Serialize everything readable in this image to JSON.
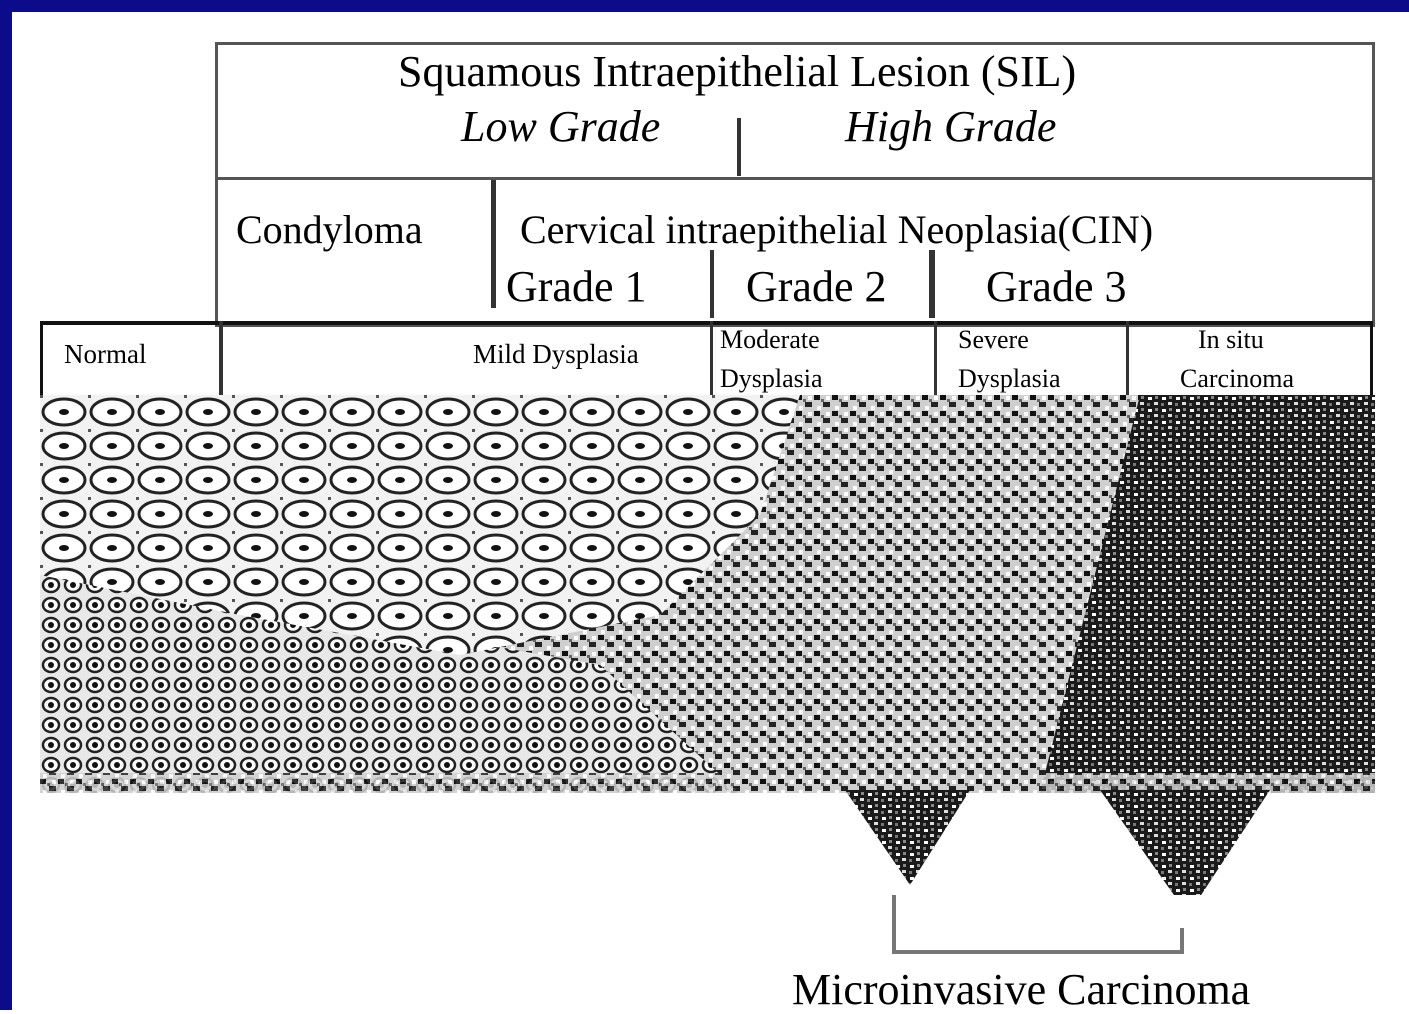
{
  "sil": {
    "title": "Squamous Intraepithelial Lesion (SIL)",
    "low_grade": "Low Grade",
    "high_grade": "High Grade"
  },
  "cin": {
    "condyloma": "Condyloma",
    "title": "Cervical intraepithelial Neoplasia(CIN)",
    "grade1": "Grade 1",
    "grade2": "Grade 2",
    "grade3": "Grade 3"
  },
  "stages": {
    "normal": "Normal",
    "mild": "Mild  Dysplasia",
    "moderate_1": "Moderate",
    "moderate_2": "Dysplasia",
    "severe_1": "Severe",
    "severe_2": "Dysplasia",
    "insitu_1": "In situ",
    "insitu_2": "Carcinoma"
  },
  "microinvasive": "Microinvasive Carcinoma",
  "colors": {
    "frame": "#0b0b8c",
    "background": "#ffffff"
  }
}
